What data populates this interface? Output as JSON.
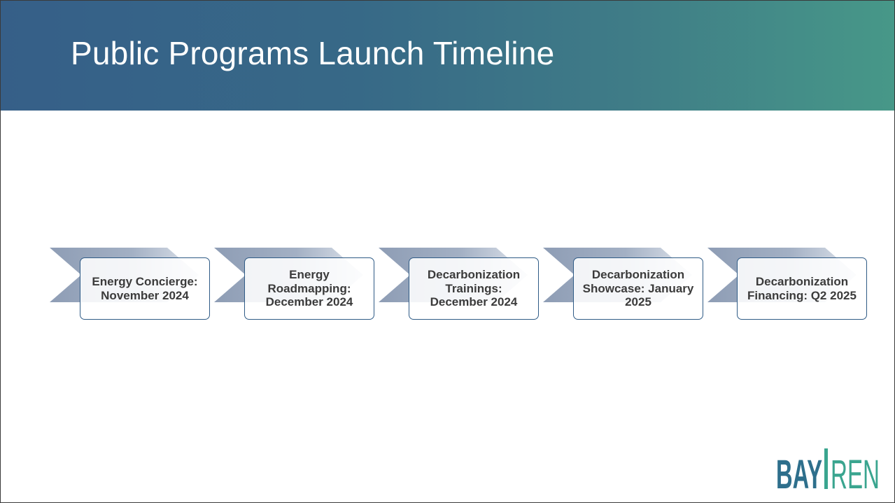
{
  "slide": {
    "title": "Public Programs Launch Timeline"
  },
  "timeline": {
    "steps": [
      {
        "text": "Energy Concierge: November 2024"
      },
      {
        "text": "Energy Roadmapping: December 2024"
      },
      {
        "text": "Decarbonization Trainings: December 2024"
      },
      {
        "text": "Decarbonization Showcase: January 2025"
      },
      {
        "text": "Decarbonization Financing: Q2 2025"
      }
    ]
  },
  "logo": {
    "part1": "BAY",
    "part2": "REN"
  },
  "colors": {
    "header_start": "#365f88",
    "header_end": "#479888",
    "chevron": "#9aa9be",
    "box_border": "#2f5b86",
    "logo_bay": "#2e6f8c",
    "logo_ren": "#3aa58f"
  }
}
